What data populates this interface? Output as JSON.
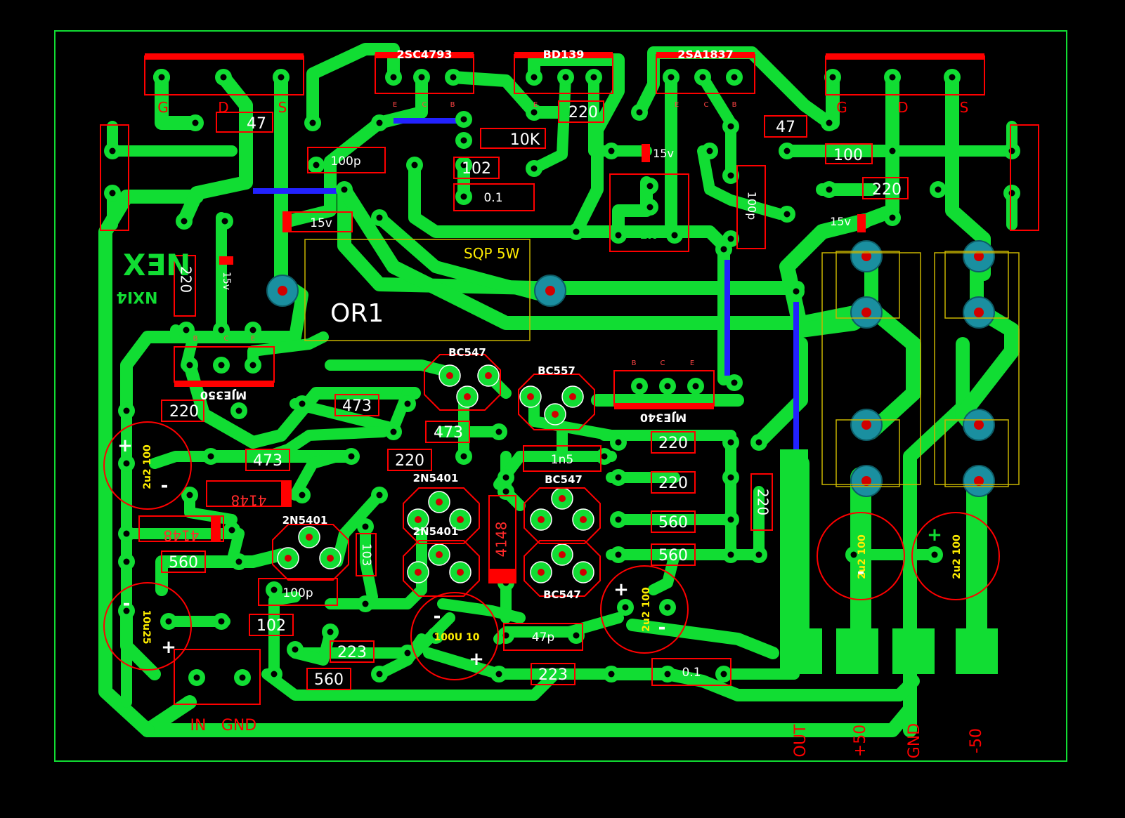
{
  "colors": {
    "background": "#000000",
    "trace": "#11dd33",
    "outline": "#ff0000",
    "pad_via": "#1a8fa0",
    "jumper": "#2222ff",
    "silk_white": "#ffffff",
    "silk_yellow": "#ffee00",
    "board_edge": "#11dd33"
  },
  "board": {
    "big_label": "OR1",
    "resistor_note": "SQP 5W",
    "logo_line1": "XƎN",
    "logo_line2": "NXI4"
  },
  "transistors_top": {
    "left_fet": {
      "pins": [
        "G",
        "D",
        "S"
      ]
    },
    "right_fet": {
      "pins": [
        "G",
        "D",
        "S"
      ]
    },
    "q_2sc4793": {
      "name": "2SC4793",
      "pins": [
        "E",
        "C",
        "B"
      ]
    },
    "q_bd139": {
      "name": "BD139",
      "pins": [
        "E",
        "C",
        "B"
      ]
    },
    "q_2sa1837": {
      "name": "2SA1837",
      "pins": [
        "E",
        "C",
        "B"
      ]
    }
  },
  "drivers": {
    "mje350": {
      "name": "MJE350",
      "pins": [
        "B",
        "C",
        "E"
      ]
    },
    "mje340": {
      "name": "MJE340",
      "pins": [
        "B",
        "C",
        "E"
      ]
    }
  },
  "small_transistors": {
    "bc547_top": "BC547",
    "bc557": "BC557",
    "n5401_a": "2N5401",
    "n5401_b": "2N5401",
    "n5401_c": "2N5401",
    "bc547_mid": "BC547",
    "bc547_bot": "BC547"
  },
  "values": {
    "r47_left": "47",
    "r47_right": "47",
    "c100p_top": "100p",
    "r15v_left": "15v",
    "r220_top": "220",
    "r10k": "10K",
    "c102_top": "102",
    "c01_top": "0.1",
    "z15v_right": "15v",
    "r100": "100",
    "r220_right": "220",
    "c100p_vert": "100p",
    "z15v_far": "15v",
    "pot_1k": "1K",
    "r220_vert": "220",
    "z15v_vert": "15v",
    "r220_a": "220",
    "r473_a": "473",
    "r473_b": "473",
    "r473_c": "473",
    "r220_b": "220",
    "d4148_a": "4148",
    "d4148_b": "4148",
    "r560_a": "560",
    "c103": "103",
    "c100p_bot": "100p",
    "c102_bot": "102",
    "r223_a": "223",
    "r560_b": "560",
    "d4148_vert": "4148",
    "c47p": "47p",
    "r223_b": "223",
    "c01_bot": "0.1",
    "c1n5": "1n5",
    "r220_c": "220",
    "r220_d": "220",
    "r560_c": "560",
    "r560_d": "560",
    "r220_vert_right": "220"
  },
  "caps": {
    "cap_2u2_left": "2u2 100",
    "cap_10u25": "10u25",
    "cap_100u": "100U 10",
    "cap_2u2_mid": "2u2 100",
    "cap_2u2_r1": "2u2 100",
    "cap_2u2_r2": "2u2 100",
    "plus": "+",
    "minus": "-"
  },
  "connectors": {
    "in": "IN",
    "gnd_in": "GND",
    "out": "OUT",
    "plus50": "+50",
    "gnd": "GND",
    "minus50": "-50"
  }
}
